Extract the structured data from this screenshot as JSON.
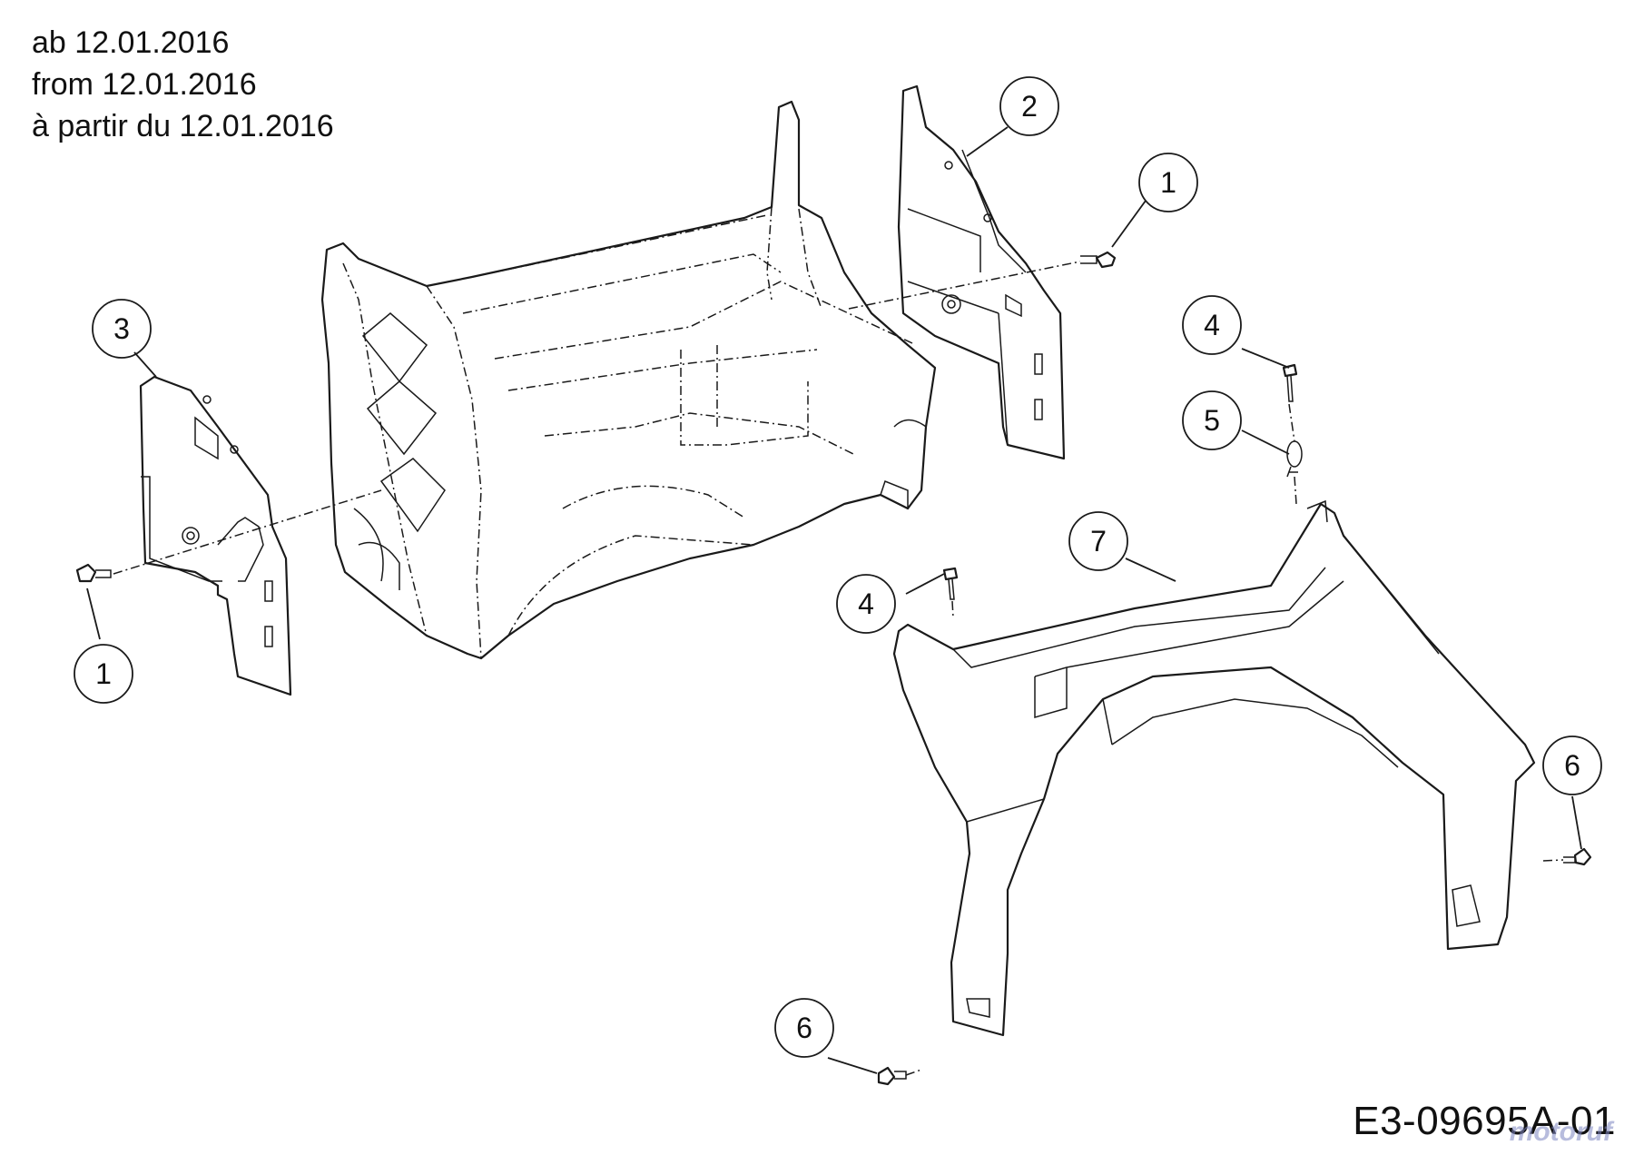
{
  "header": {
    "date_de": "ab 12.01.2016",
    "date_en": "from 12.01.2016",
    "date_fr": "à partir du 12.01.2016"
  },
  "callouts": [
    {
      "id": "callout-2",
      "number": "2"
    },
    {
      "id": "callout-1-right",
      "number": "1"
    },
    {
      "id": "callout-3",
      "number": "3"
    },
    {
      "id": "callout-1-left",
      "number": "1"
    },
    {
      "id": "callout-4-top",
      "number": "4"
    },
    {
      "id": "callout-5",
      "number": "5"
    },
    {
      "id": "callout-7",
      "number": "7"
    },
    {
      "id": "callout-4-mid",
      "number": "4"
    },
    {
      "id": "callout-6-right",
      "number": "6"
    },
    {
      "id": "callout-6-bottom",
      "number": "6"
    }
  ],
  "footer": {
    "drawing_code": "E3-09695A-01",
    "watermark": "motoruf"
  },
  "colors": {
    "line": "#1a1a1a",
    "background": "#ffffff",
    "watermark": "#7e86c2"
  }
}
